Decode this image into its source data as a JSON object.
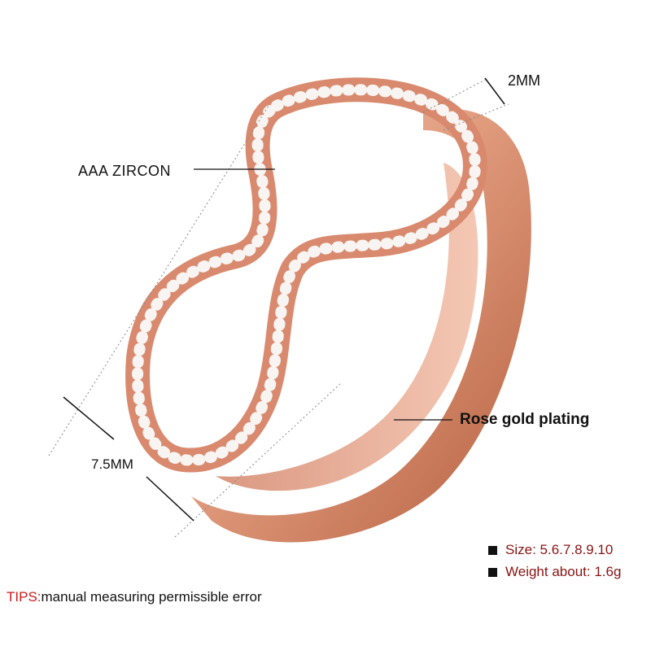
{
  "labels": {
    "zircon": "AAA ZIRCON",
    "band_width": "2MM",
    "ring_height": "7.5MM",
    "plating": "Rose gold plating"
  },
  "specs": [
    {
      "label": "Size:",
      "value": "5.6.7.8.9.10"
    },
    {
      "label": "Weight about:",
      "value": "1.6g"
    }
  ],
  "tips": {
    "key": "TIPS:",
    "text": "manual measuring permissible error"
  },
  "colors": {
    "rose_gold": "#d98a6e",
    "rose_gold_dark": "#b8644a",
    "rose_gold_light": "#f3c4ad",
    "tips_key": "#cc1b1b",
    "spec_text": "#8a1414",
    "zircon": "#f7f4f2"
  }
}
